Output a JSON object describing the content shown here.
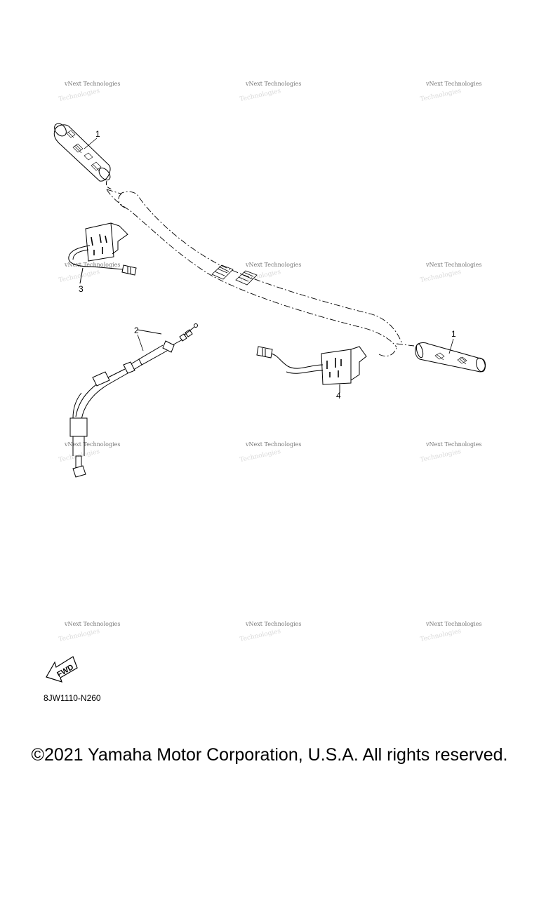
{
  "diagram": {
    "callouts": [
      "1",
      "2",
      "3",
      "4",
      "1"
    ],
    "part_code": "8JW1110-N260",
    "fwd_label": "FWD",
    "watermark": "vNext Technologies"
  },
  "footer": {
    "copyright": "©2021 Yamaha Motor Corporation, U.S.A. All rights reserved."
  }
}
